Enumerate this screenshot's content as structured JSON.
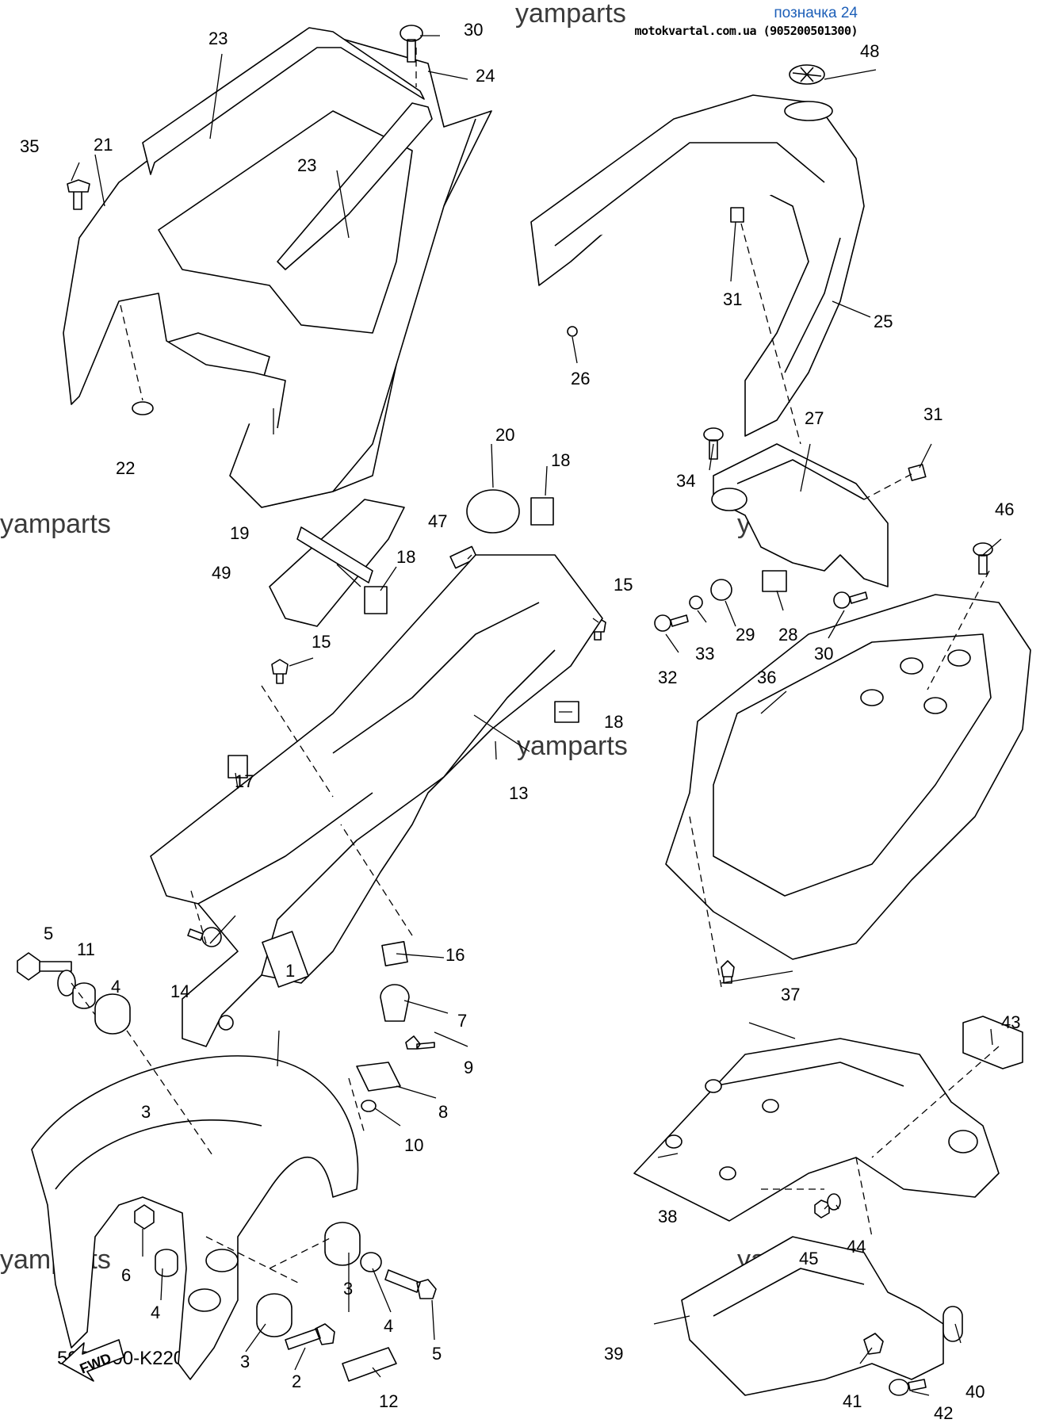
{
  "header": {
    "ref_label": "позначка 24",
    "site": "motokvartal.com.ua (905200501300)"
  },
  "watermarks": [
    "yamparts",
    "yamparts",
    "yamparts",
    "yamparts",
    "yamparts",
    "yamparts"
  ],
  "diagram_code": "59P1300-K220",
  "fwd_label": "FWD",
  "callouts": [
    "1",
    "2",
    "3",
    "3",
    "3",
    "4",
    "4",
    "4",
    "5",
    "5",
    "6",
    "7",
    "8",
    "9",
    "10",
    "11",
    "12",
    "13",
    "14",
    "15",
    "15",
    "16",
    "17",
    "18",
    "18",
    "18",
    "19",
    "20",
    "21",
    "22",
    "23",
    "23",
    "24",
    "25",
    "26",
    "27",
    "28",
    "29",
    "30",
    "30",
    "31",
    "31",
    "32",
    "33",
    "34",
    "35",
    "36",
    "37",
    "38",
    "39",
    "40",
    "41",
    "42",
    "43",
    "44",
    "45",
    "46",
    "47",
    "48",
    "49"
  ]
}
